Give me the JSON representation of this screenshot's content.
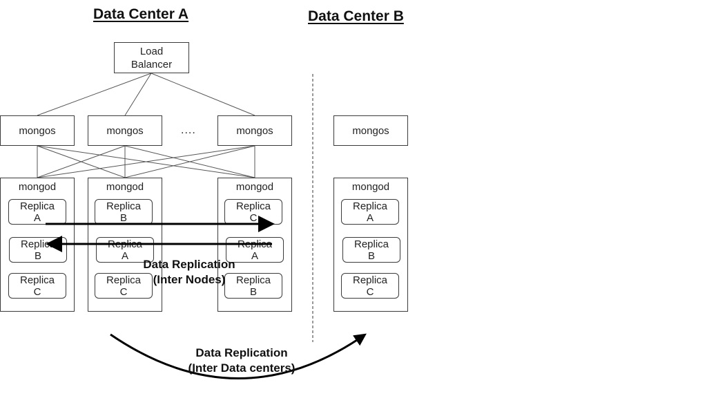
{
  "headings": {
    "dc_a": "Data Center A",
    "dc_b": "Data Center B"
  },
  "load_balancer": {
    "line1": "Load",
    "line2": "Balancer"
  },
  "mongos_label": "mongos",
  "ellipsis": "....",
  "mongod_label": "mongod",
  "replica_word": "Replica",
  "nodes": {
    "a1": [
      "A",
      "B",
      "C"
    ],
    "a2": [
      "B",
      "A",
      "C"
    ],
    "a3": [
      "C",
      "A",
      "B"
    ],
    "b1": [
      "A",
      "B",
      "C"
    ]
  },
  "labels": {
    "inter_nodes_1": "Data Replication",
    "inter_nodes_2": "(Inter Nodes)",
    "inter_dc_1": "Data Replication",
    "inter_dc_2": "(Inter Data centers)"
  }
}
